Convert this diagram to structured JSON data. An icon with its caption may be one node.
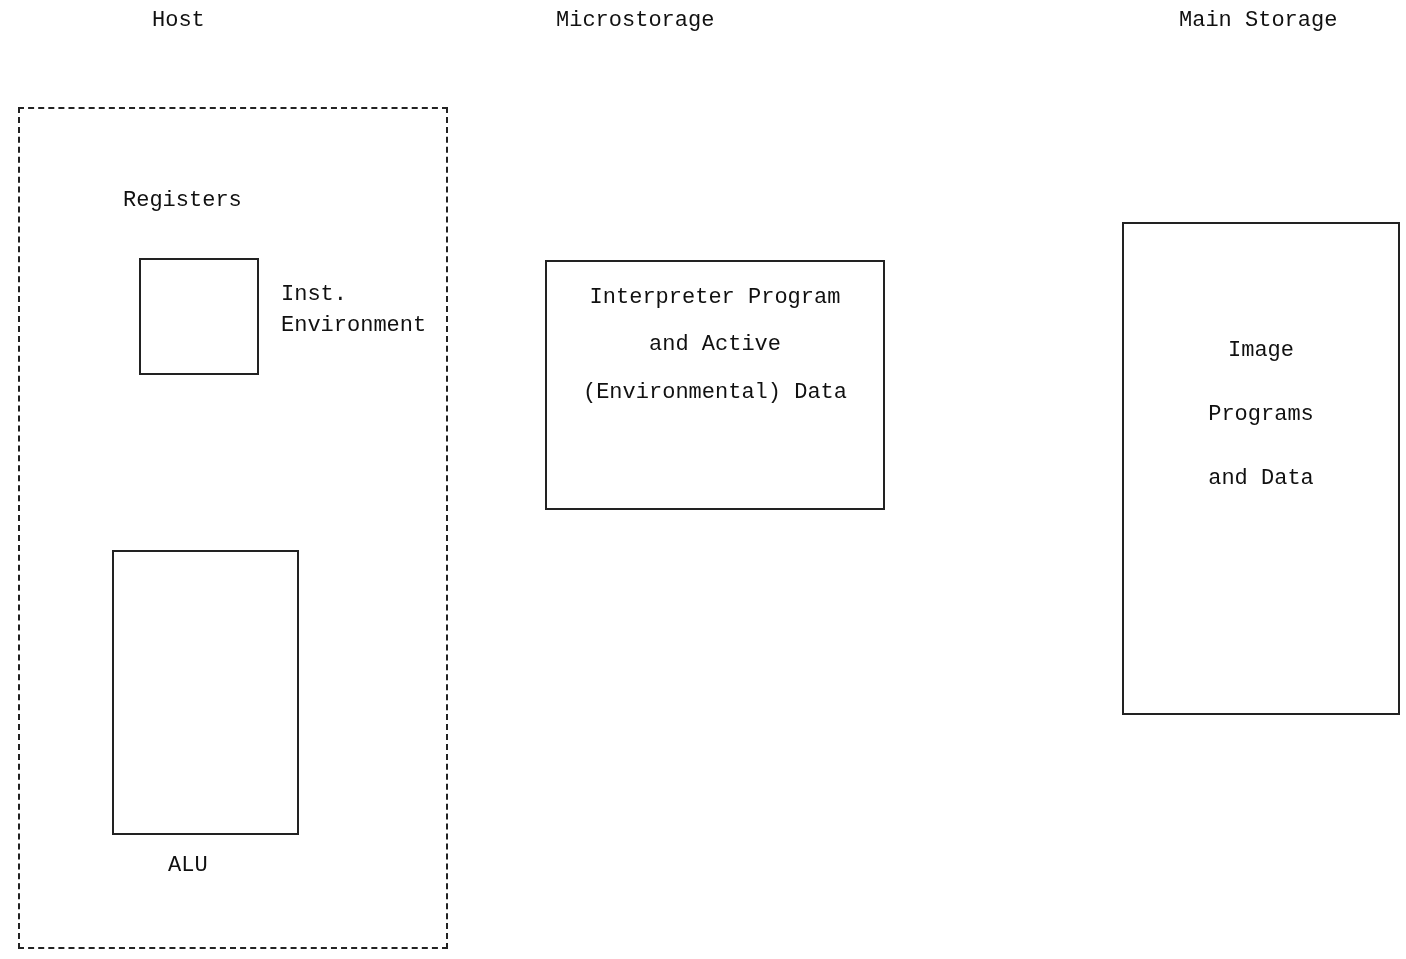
{
  "diagram": {
    "nodes": [
      {
        "text": [],
        "shape": "box"
      },
      {
        "text": [
          "Registers"
        ],
        "beside": [
          "Inst. Environment"
        ],
        "in": 0
      },
      {
        "text": [
          "ALU"
        ],
        "in": 0
      },
      {
        "text": [
          "Interpreter Program and Active (Environmental) Data"
        ]
      },
      {
        "text": [
          "Image Programs and Data"
        ]
      }
    ],
    "labels": [
      "Host",
      "Microstorage",
      "Main Storage"
    ]
  }
}
